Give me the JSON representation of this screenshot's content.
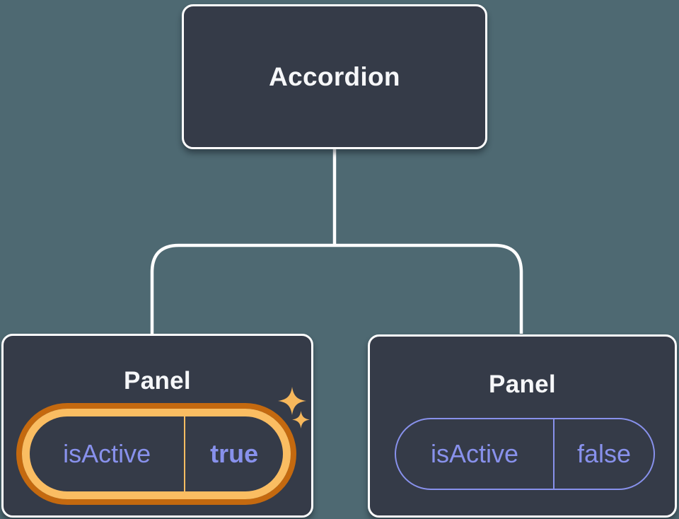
{
  "diagram": {
    "description": "Component tree: Accordion parent with two Panel children holding isActive state",
    "root": {
      "label": "Accordion"
    },
    "panels": [
      {
        "label": "Panel",
        "state": {
          "key": "isActive",
          "value": "true"
        },
        "highlighted": true
      },
      {
        "label": "Panel",
        "state": {
          "key": "isActive",
          "value": "false"
        },
        "highlighted": false
      }
    ]
  },
  "icons": {
    "sparkle_big": "four-point-star",
    "sparkle_small": "four-point-star"
  },
  "colors": {
    "canvas-bg": "#4E6972",
    "node-bg": "#353B48",
    "node-border": "#FFFFFF",
    "title-text": "#F6F7F9",
    "connector": "#FFFFFF",
    "state-purple": "#8891EC",
    "highlight-orange-dark": "#C4690F",
    "highlight-orange-light": "#FABD62",
    "sparkle-orange": "#F7B85C"
  }
}
